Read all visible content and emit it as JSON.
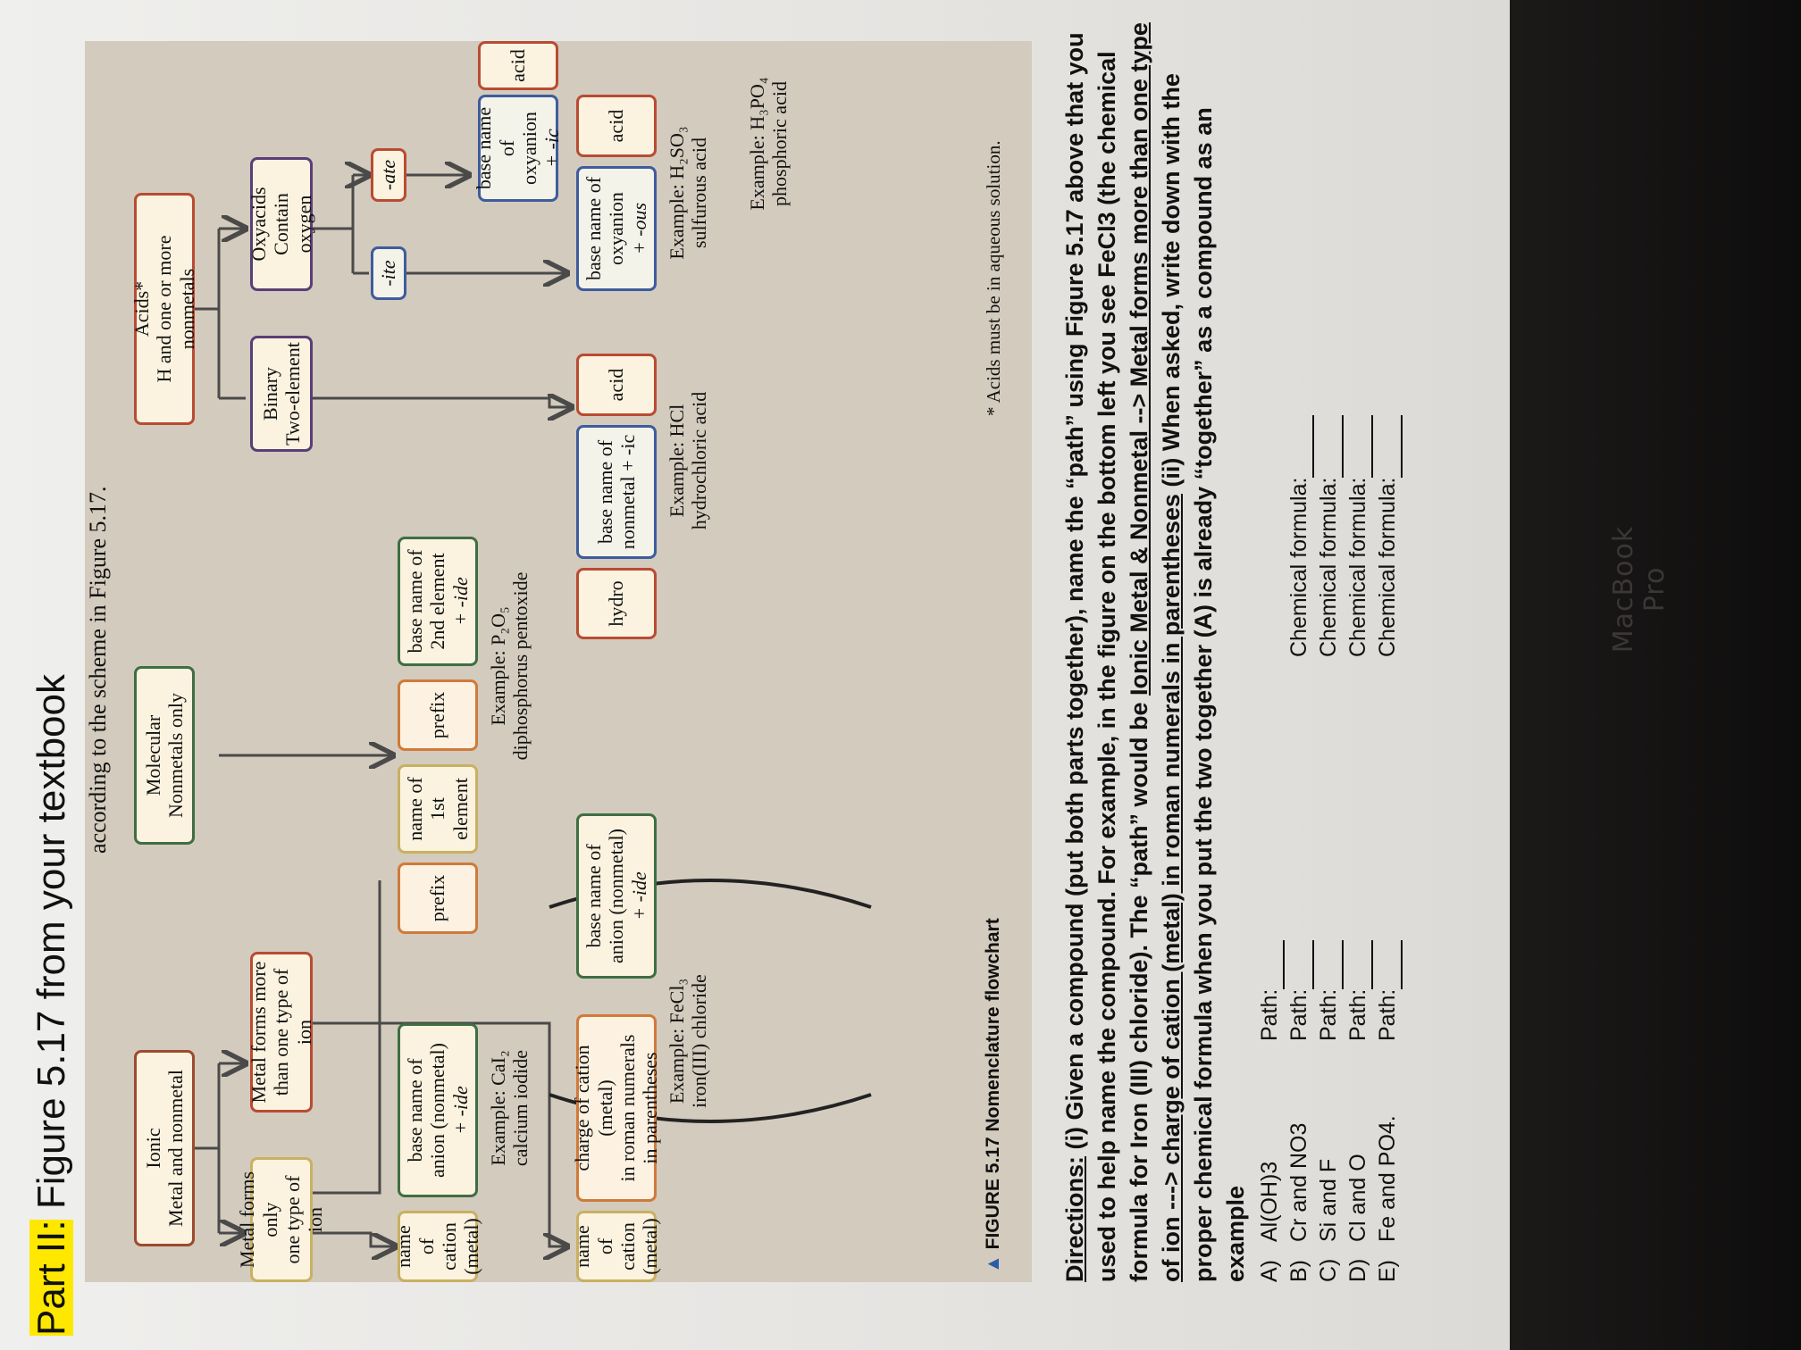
{
  "title": {
    "part": "Part II:",
    "rest": " Figure 5.17 from your textbook"
  },
  "figure": {
    "intro": "according to the scheme in Figure 5.17.",
    "ionic": {
      "line1": "Ionic",
      "line2": "Metal and nonmetal"
    },
    "molecular": {
      "line1": "Molecular",
      "line2": "Nonmetals only"
    },
    "acids": {
      "line1": "Acids*",
      "line2": "H and one or more nonmetals"
    },
    "metal_one": {
      "line1": "Metal forms only",
      "line2": "one type of ion"
    },
    "metal_more": {
      "line1": "Metal forms more",
      "line2": "than one type of ion"
    },
    "binary": {
      "line1": "Binary",
      "line2": "Two-element"
    },
    "oxyacids": {
      "line1": "Oxyacids",
      "line2": "Contain oxygen"
    },
    "ite": "-ite",
    "ate": "-ate",
    "cation1": {
      "l1": "name of",
      "l2": "cation",
      "l3": "(metal)"
    },
    "anion1": {
      "l1": "base name of",
      "l2": "anion (nonmetal)",
      "l3": "+ -ide"
    },
    "example_cai2": {
      "l1": "Example: CaI₂",
      "l2": "calcium iodide"
    },
    "mol_prefix1": "prefix",
    "mol_first": {
      "l1": "name of",
      "l2": "1st",
      "l3": "element"
    },
    "mol_prefix2": "prefix",
    "mol_second": {
      "l1": "base name of",
      "l2": "2nd element",
      "l3": "+ -ide"
    },
    "example_p2o5": {
      "l1": "Example: P₂O₅",
      "l2": "diphosphorus pentoxide"
    },
    "cation2": {
      "l1": "name of",
      "l2": "cation",
      "l3": "(metal)"
    },
    "charge": {
      "l1": "charge of cation (metal)",
      "l2": "in roman numerals",
      "l3": "in parentheses"
    },
    "anion2": {
      "l1": "base name of",
      "l2": "anion (nonmetal)",
      "l3": "+ -ide"
    },
    "example_fecl3": {
      "l1": "Example: FeCl₃",
      "l2": "iron(III) chloride"
    },
    "hydro": "hydro",
    "bin_base": {
      "l1": "base name of",
      "l2": "nonmetal + -ic"
    },
    "bin_acid": "acid",
    "example_hcl": {
      "l1": "Example: HCl",
      "l2": "hydrochloric acid"
    },
    "ous_base": {
      "l1": "base name of",
      "l2": "oxyanion",
      "l3": "+ -ous"
    },
    "ous_acid": "acid",
    "example_h2so3": {
      "l1": "Example: H₂SO₃",
      "l2": "sulfurous acid"
    },
    "ic_base": {
      "l1": "base name of",
      "l2": "oxyanion",
      "l3": "+ -ic"
    },
    "ic_acid": "acid",
    "example_h3po4": {
      "l1": "Example: H₃PO₄",
      "l2": "phosphoric acid"
    },
    "caption": {
      "marker": "▲",
      "text": " FIGURE 5.17  Nomenclature flowchart"
    },
    "footnote": "* Acids must be in aqueous solution."
  },
  "directions": {
    "label": "Directions:",
    "part1": " (i) Given a compound (put both parts together), name the “path” using Figure 5.17 above that you used to help name the compound. For example, in the figure on the bottom left you see FeCl3 (the chemical formula for Iron (III) chloride). The “path” would be ",
    "ul1": "Ionic Metal & Nonmetal --> Metal forms more than one type of ion ---> charge of cation (metal) in roman numerals in parentheses",
    "part2": " (ii) When asked, write down with the proper chemical formula when you put the two together (A) is already “together” as a compound as an example"
  },
  "questions": [
    {
      "letter": "A)",
      "compound": "Al(OH)3",
      "path_label": "Path:",
      "formula_label": ""
    },
    {
      "letter": "B)",
      "compound": "Cr and NO3",
      "path_label": "Path:",
      "formula_label": "Chemical formula:"
    },
    {
      "letter": "C)",
      "compound": "Si and F",
      "path_label": "Path:",
      "formula_label": "Chemical formula:"
    },
    {
      "letter": "D)",
      "compound": "Cl and O",
      "path_label": "Path:",
      "formula_label": "Chemical formula:"
    },
    {
      "letter": "E)",
      "compound": "Fe and PO4.",
      "path_label": "Path:",
      "formula_label": "Chemical formula:"
    }
  ],
  "device": {
    "brand": "MacBook Pro"
  }
}
